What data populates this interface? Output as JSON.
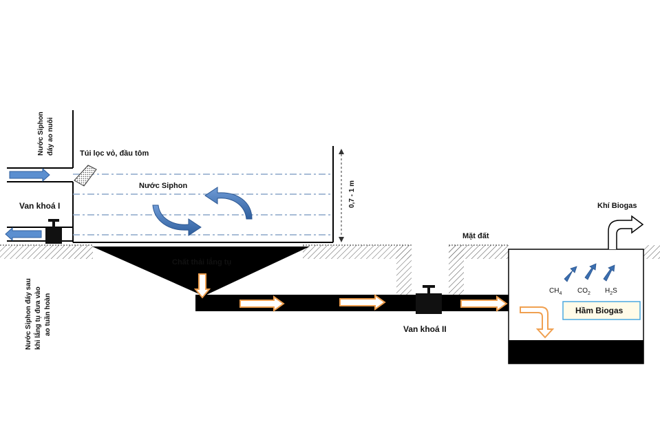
{
  "labels": {
    "inlet_vertical_line1": "Nước Siphon",
    "inlet_vertical_line2": "đáy ao nuôi",
    "filter_bag": "Túi lọc vỏ, đầu tôm",
    "tank_water": "Nước Siphon",
    "depth": "0,7 - 1 m",
    "valve_1": "Van khoá I",
    "sediment": "Chất thải lắng tụ",
    "outlet_vertical_line1": "Nước Siphon đáy sau",
    "outlet_vertical_line2": "khi lắng tụ đưa vào",
    "outlet_vertical_line3": "ao tuần hoàn",
    "ground_surface": "Mặt đất",
    "biogas_gas": "Khí Biogas",
    "valve_2": "Van khoá II",
    "biogas_tank": "Hầm Biogas"
  },
  "gases": [
    {
      "base": "CH",
      "sub": "4",
      "tail": ""
    },
    {
      "base": "CO",
      "sub": "2",
      "tail": ""
    },
    {
      "base": "H",
      "sub": "2",
      "tail": "S"
    }
  ],
  "colors": {
    "pipe": "#000000",
    "flow_arrow_fill": "#ffffff",
    "flow_arrow_stroke": "#f0a050",
    "water_arrow": "#3b6fb0",
    "dash_line": "#8aa6c8",
    "biogas_label_bg": "#fffbe8",
    "biogas_label_border": "#4aa8e0"
  }
}
